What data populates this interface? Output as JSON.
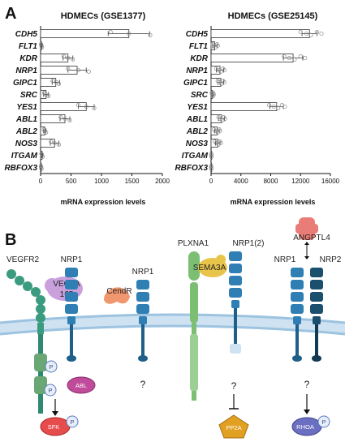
{
  "panel_a_letter": "A",
  "panel_b_letter": "B",
  "chart_data": [
    {
      "type": "bar",
      "title": "HDMECs (GSE1377)",
      "xlabel": "mRNA expression levels",
      "ylabel": "",
      "orientation": "horizontal",
      "categories": [
        "CDH5",
        "FLT1",
        "KDR",
        "NRP1",
        "GIPC1",
        "SRC",
        "YES1",
        "ABL1",
        "ABL2",
        "NOS3",
        "ITGAM",
        "RBFOX3"
      ],
      "values": [
        1450,
        15,
        450,
        600,
        250,
        90,
        750,
        400,
        70,
        230,
        25,
        10
      ],
      "errors": [
        340,
        10,
        80,
        150,
        60,
        40,
        130,
        80,
        20,
        70,
        10,
        5
      ],
      "points": [
        [
          1150,
          1450,
          1800
        ],
        [
          8,
          15,
          22
        ],
        [
          380,
          450,
          530
        ],
        [
          450,
          620,
          790
        ],
        [
          200,
          260,
          300
        ],
        [
          60,
          90,
          130
        ],
        [
          620,
          750,
          880
        ],
        [
          330,
          400,
          480
        ],
        [
          55,
          70,
          90
        ],
        [
          170,
          230,
          300
        ],
        [
          15,
          25,
          35
        ],
        [
          5,
          10,
          15
        ]
      ],
      "xticks": [
        0,
        500,
        1000,
        1500,
        2000
      ],
      "xlim": [
        0,
        2000
      ],
      "grid": false,
      "legend": "none"
    },
    {
      "type": "bar",
      "title": "HDMECs (GSE25145)",
      "xlabel": "mRNA expression levels",
      "ylabel": "",
      "orientation": "horizontal",
      "categories": [
        "CDH5",
        "FLT1",
        "KDR",
        "NRP1",
        "GIPC1",
        "SRC",
        "YES1",
        "ABL1",
        "ABL2",
        "NOS3",
        "ITGAM",
        "RBFOX3"
      ],
      "values": [
        13200,
        500,
        11000,
        1200,
        1300,
        200,
        8800,
        1400,
        800,
        900,
        40,
        20
      ],
      "errors": [
        1000,
        300,
        1300,
        500,
        400,
        100,
        900,
        400,
        300,
        300,
        20,
        10
      ],
      "points": [
        [
          12000,
          12800,
          13400,
          14200,
          14800
        ],
        [
          200,
          400,
          600,
          800,
          900
        ],
        [
          9800,
          10500,
          11200,
          12000,
          12600
        ],
        [
          700,
          1000,
          1300,
          1600,
          1800
        ],
        [
          900,
          1100,
          1400,
          1600,
          1800
        ],
        [
          100,
          180,
          250,
          300,
          350
        ],
        [
          7800,
          8400,
          9000,
          9500,
          9900
        ],
        [
          1000,
          1200,
          1500,
          1700,
          1900
        ],
        [
          400,
          600,
          900,
          1100,
          1200
        ],
        [
          500,
          700,
          1000,
          1200,
          1300
        ],
        [
          20,
          40,
          60
        ],
        [
          10,
          20,
          30
        ]
      ],
      "xticks": [
        0,
        4000,
        8000,
        12000,
        16000
      ],
      "xlim": [
        0,
        16000
      ],
      "grid": false,
      "legend": "none"
    }
  ],
  "diagram": {
    "labels": {
      "vegfr2": "VEGFR2",
      "vegfa_line1": "VEGFA",
      "vegfa_line2": "165",
      "nrp1_a": "NRP1",
      "nrp1_b": "NRP1",
      "cendr": "CendR",
      "plxna1": "PLXNA1",
      "sema3a": "SEMA3A",
      "nrp1_2": "NRP1(2)",
      "angptl4": "ANGPTL4",
      "nrp1_c": "NRP1",
      "nrp2": "NRP2",
      "p1": "P",
      "p2": "P",
      "p3": "P",
      "p4": "P",
      "abl": "ABL",
      "sfk": "SFK",
      "pp2a": "PP2A",
      "rhoa": "RHOA",
      "q1": "?",
      "q2": "?",
      "q3": "?"
    },
    "colors": {
      "nrp1": "#2f7fb4",
      "nrp2": "#1b4f6e",
      "vegfr2": "#3a9b7f",
      "plxna1": "#7cbf72",
      "sema3a": "#e8c44a",
      "vegfa": "#c9a0dc",
      "cendr": "#f0976f",
      "angptl4": "#e97c76",
      "abl": "#c04b9a",
      "sfk": "#e74c4c",
      "pp2a": "#e2a023",
      "rhoa": "#6b6fc2",
      "membrane": "#bcd6ea"
    }
  }
}
